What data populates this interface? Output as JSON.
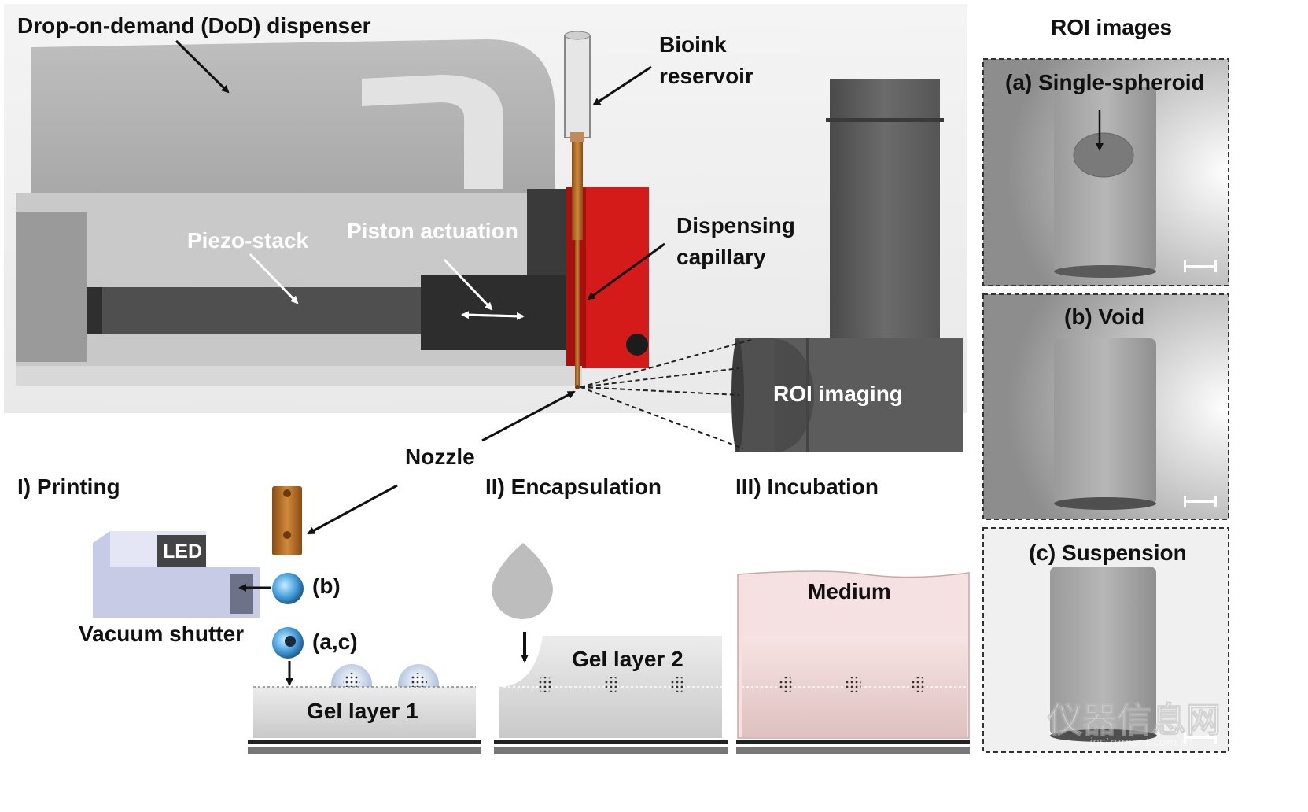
{
  "labels": {
    "dod_dispenser": "Drop-on-demand (DoD) dispenser",
    "bioink_reservoir_1": "Bioink",
    "bioink_reservoir_2": "reservoir",
    "piezo_stack": "Piezo-stack",
    "piston_actuation": "Piston actuation",
    "dispensing_capillary_1": "Dispensing",
    "dispensing_capillary_2": "capillary",
    "roi_imaging": "ROI imaging",
    "nozzle": "Nozzle"
  },
  "steps": {
    "printing": "I) Printing",
    "encapsulation": "II) Encapsulation",
    "incubation": "III) Incubation"
  },
  "printing": {
    "led": "LED",
    "vacuum_shutter": "Vacuum shutter",
    "droplet_b": "(b)",
    "droplet_ac": "(a,c)",
    "gel_layer_1": "Gel layer 1"
  },
  "encapsulation": {
    "gel_layer_2": "Gel layer 2"
  },
  "incubation": {
    "medium": "Medium"
  },
  "roi_panel": {
    "title": "ROI images",
    "panels": [
      {
        "label": "(a) Single-spheroid"
      },
      {
        "label": "(b) Void"
      },
      {
        "label": "(c) Suspension"
      }
    ]
  },
  "watermark": {
    "text": "仪器信息网",
    "url": "instrument.com.cn"
  },
  "colors": {
    "accent_red": "#d51a1a",
    "capillary_copper": "#b8702a",
    "medium_pink": "#f5e1e1",
    "droplet_blue": "#4aa3df"
  }
}
